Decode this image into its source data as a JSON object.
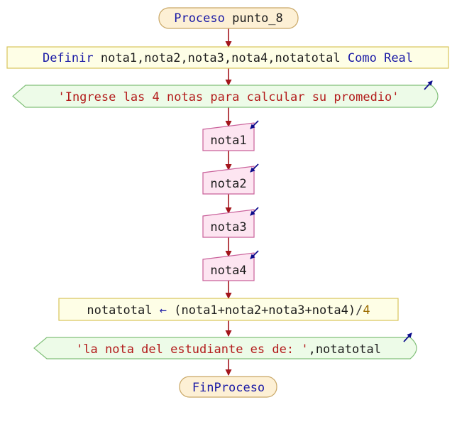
{
  "diagram": {
    "start": {
      "keyword": "Proceso",
      "name": "punto_8"
    },
    "define": {
      "keyword": "Definir",
      "vars": "nota1,nota2,nota3,nota4,notatotal",
      "type_kw": "Como",
      "type": "Real"
    },
    "output1": {
      "text": "'Ingrese las 4 notas para calcular su promedio'"
    },
    "inputs": [
      "nota1",
      "nota2",
      "nota3",
      "nota4"
    ],
    "assign": {
      "target": "notatotal",
      "arrow": "←",
      "expr": "(nota1+nota2+nota3+nota4)",
      "divide": "/",
      "divisor": "4"
    },
    "output2": {
      "text": "'la nota del estudiante es de: '",
      "sep": ",",
      "var": "notatotal"
    },
    "end": {
      "keyword": "FinProceso"
    }
  },
  "colors": {
    "terminal_fill": "#fdf0d5",
    "terminal_stroke": "#c9a766",
    "process_fill": "#fefee6",
    "process_stroke": "#d8c45a",
    "output_fill": "#edfbe8",
    "output_stroke": "#82c07a",
    "input_fill": "#fde5f1",
    "input_stroke": "#c9609a",
    "connector": "#a3151c",
    "io_arrow": "#0b0b8c"
  }
}
